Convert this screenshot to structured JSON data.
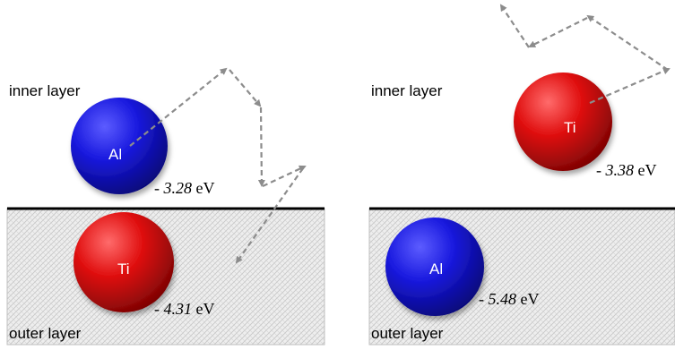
{
  "colors": {
    "al_atom": "#1a1adf",
    "ti_atom": "#e01010",
    "surface_line": "#000000",
    "hatch_fill": "#e9e9e9",
    "arrow": "#8c8c8c"
  },
  "panels": [
    {
      "layer_top_label": "inner layer",
      "layer_bottom_label": "outer layer",
      "top_atom": {
        "label": "Al",
        "energy_sign": "- ",
        "energy_value": "3.28",
        "energy_unit": " eV"
      },
      "bottom_atom": {
        "label": "Ti",
        "energy_sign": "- ",
        "energy_value": "4.31",
        "energy_unit": " eV"
      }
    },
    {
      "layer_top_label": "inner layer",
      "layer_bottom_label": "outer layer",
      "top_atom": {
        "label": "Ti",
        "energy_sign": "- ",
        "energy_value": "3.38",
        "energy_unit": " eV"
      },
      "bottom_atom": {
        "label": "Al",
        "energy_sign": "- ",
        "energy_value": "5.48",
        "energy_unit": " eV"
      }
    }
  ]
}
